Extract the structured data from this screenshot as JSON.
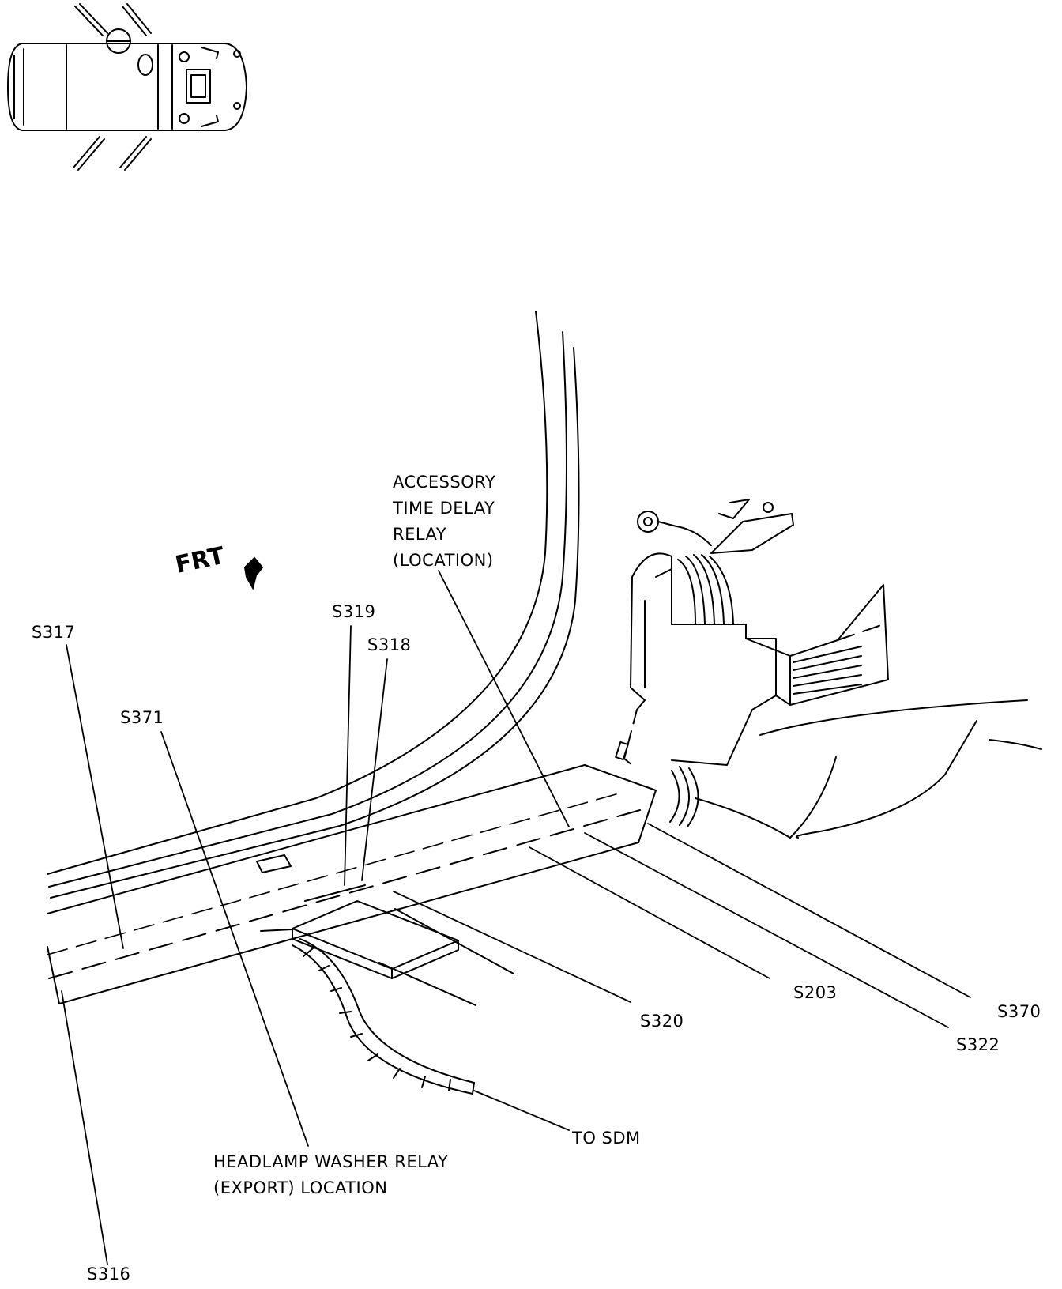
{
  "labels": {
    "accessory_relay": [
      "ACCESSORY",
      "TIME DELAY",
      "RELAY",
      "(LOCATION)"
    ],
    "frt": "FRT",
    "s319": "S319",
    "s318": "S318",
    "s317": "S317",
    "s371": "S371",
    "s320": "S320",
    "s203": "S203",
    "s370": "S370",
    "s322": "S322",
    "to_sdm": "TO SDM",
    "headlamp_relay": [
      "HEADLAMP WASHER RELAY",
      "(EXPORT) LOCATION"
    ],
    "s316": "S316"
  },
  "icons": {
    "locator": "vehicle-top-view-locator-icon",
    "arrow": "front-direction-arrow-icon"
  }
}
